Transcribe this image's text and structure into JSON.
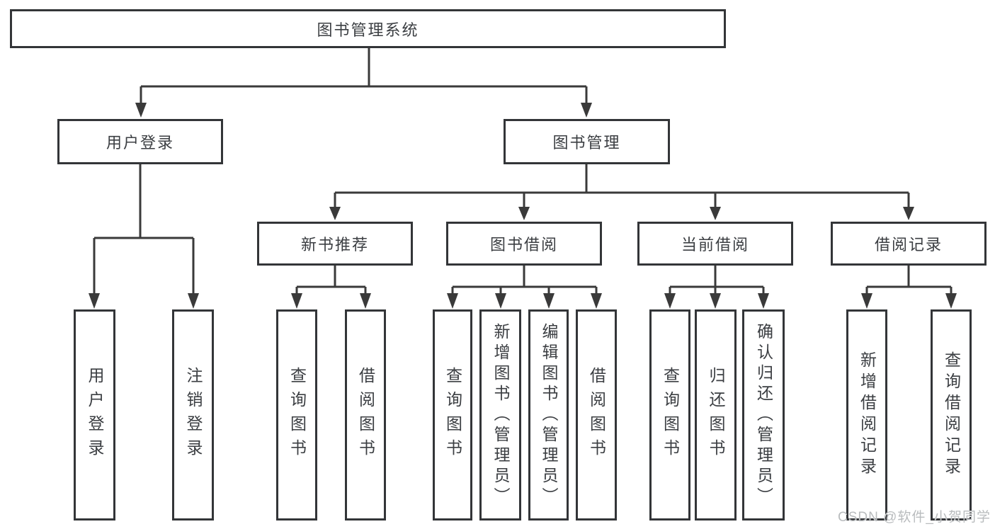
{
  "diagram": {
    "title": "图书管理系统",
    "branches": [
      {
        "label": "用户登录",
        "leaves": [
          {
            "label": "用户登录"
          },
          {
            "label": "注销登录"
          }
        ]
      },
      {
        "label": "图书管理",
        "children": [
          {
            "label": "新书推荐",
            "leaves": [
              {
                "label": "查询图书"
              },
              {
                "label": "借阅图书"
              }
            ]
          },
          {
            "label": "图书借阅",
            "leaves": [
              {
                "label": "查询图书"
              },
              {
                "label": "新增图书（管理员）"
              },
              {
                "label": "编辑图书（管理员）"
              },
              {
                "label": "借阅图书"
              }
            ]
          },
          {
            "label": "当前借阅",
            "leaves": [
              {
                "label": "查询图书"
              },
              {
                "label": "归还图书"
              },
              {
                "label": "确认归还（管理员）"
              }
            ]
          },
          {
            "label": "借阅记录",
            "leaves": [
              {
                "label": "新增借阅记录"
              },
              {
                "label": "查询借阅记录"
              }
            ]
          }
        ]
      }
    ]
  },
  "watermark": {
    "text": "CSDN @软件_小贺同学"
  },
  "colors": {
    "line": "#3a3a3a",
    "border": "#333538",
    "text": "#3b3e42",
    "watermark": "#b9bcbe",
    "background": "#ffffff"
  }
}
